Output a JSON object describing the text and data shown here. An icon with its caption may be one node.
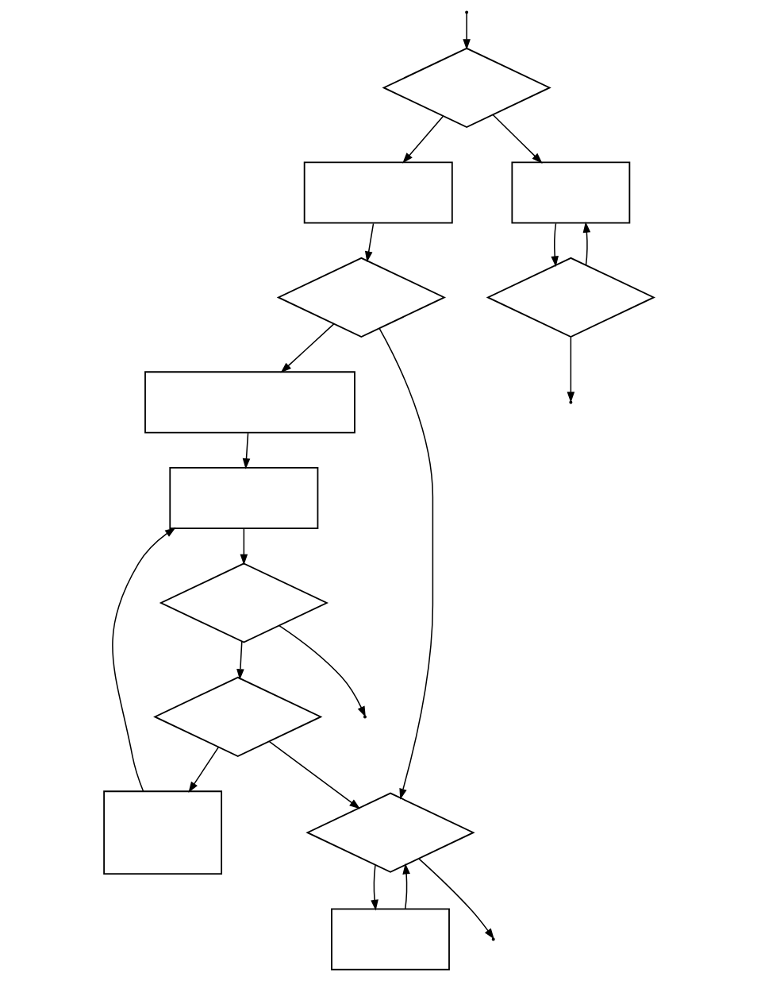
{
  "diagram": {
    "nodes": [
      {
        "text": [],
        "shape": "diamond"
      },
      {
        "text": [],
        "shape": "box"
      },
      {
        "text": [],
        "shape": "diamond"
      },
      {
        "text": [],
        "shape": "box"
      },
      {
        "text": [],
        "shape": "box"
      },
      {
        "text": [],
        "shape": "box"
      },
      {
        "text": [],
        "shape": "diamond"
      },
      {
        "text": [],
        "shape": "diamond"
      },
      {
        "text": [],
        "shape": "box"
      },
      {
        "text": [],
        "shape": "diamond"
      },
      {
        "text": [],
        "shape": "diamond"
      },
      {
        "text": [],
        "shape": "box"
      }
    ],
    "edges": [
      {
        "from": null,
        "to": 0,
        "arrow": "to"
      },
      {
        "from": 0,
        "to": 1,
        "arrow": "to"
      },
      {
        "from": 0,
        "to": 8,
        "arrow": "to"
      },
      {
        "from": 1,
        "to": 2,
        "arrow": "to"
      },
      {
        "from": 2,
        "to": 3,
        "arrow": "to"
      },
      {
        "from": 2,
        "to": 10,
        "arrow": "to"
      },
      {
        "from": 3,
        "to": 5,
        "arrow": "to"
      },
      {
        "from": 4,
        "to": 5,
        "arrow": "to"
      },
      {
        "from": 5,
        "to": 6,
        "arrow": "to"
      },
      {
        "from": 6,
        "to": 7,
        "arrow": "to"
      },
      {
        "from": 6,
        "to": null,
        "arrow": "to"
      },
      {
        "from": 7,
        "to": 4,
        "arrow": "to"
      },
      {
        "from": 7,
        "to": 10,
        "arrow": "to"
      },
      {
        "from": 11,
        "to": 10,
        "arrow": "to"
      },
      {
        "from": 10,
        "to": 11,
        "arrow": "to"
      },
      {
        "from": 10,
        "to": null,
        "arrow": "to"
      },
      {
        "from": 8,
        "to": 9,
        "arrow": "to"
      },
      {
        "from": 9,
        "to": 8,
        "arrow": "to"
      },
      {
        "from": 9,
        "to": null,
        "arrow": "to"
      }
    ]
  }
}
